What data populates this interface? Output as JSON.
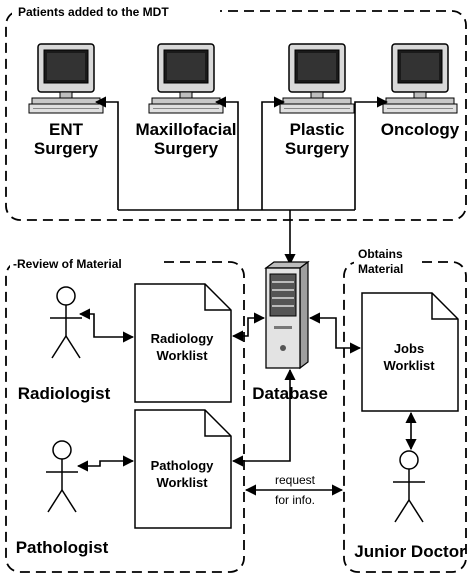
{
  "groups": {
    "top": "Patients added to the MDT",
    "review": "-Review of Material",
    "obtains_line1": "Obtains",
    "obtains_line2": "Material"
  },
  "computers": [
    {
      "line1": "ENT",
      "line2": "Surgery"
    },
    {
      "line1": "Maxillofacial",
      "line2": "Surgery"
    },
    {
      "line1": "Plastic",
      "line2": "Surgery"
    },
    {
      "line1": "Oncology",
      "line2": ""
    }
  ],
  "database": "Database",
  "worklists": {
    "radiology": {
      "line1": "Radiology",
      "line2": "Worklist"
    },
    "pathology": {
      "line1": "Pathology",
      "line2": "Worklist"
    },
    "jobs": {
      "line1": "Jobs",
      "line2": "Worklist"
    }
  },
  "actors": {
    "radiologist": "Radiologist",
    "pathologist": "Pathologist",
    "junior_doctor": "Junior Doctor"
  },
  "request_note": {
    "line1": "request",
    "line2": "for info."
  }
}
